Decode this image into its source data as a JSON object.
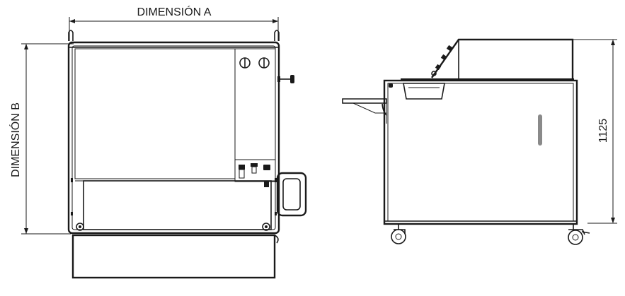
{
  "dimensions": {
    "a_label": "DIMENSIÓN A",
    "b_label": "DIMENSIÓN B",
    "height_value": "1125"
  },
  "views": {
    "front": "front-view",
    "side": "side-view"
  }
}
